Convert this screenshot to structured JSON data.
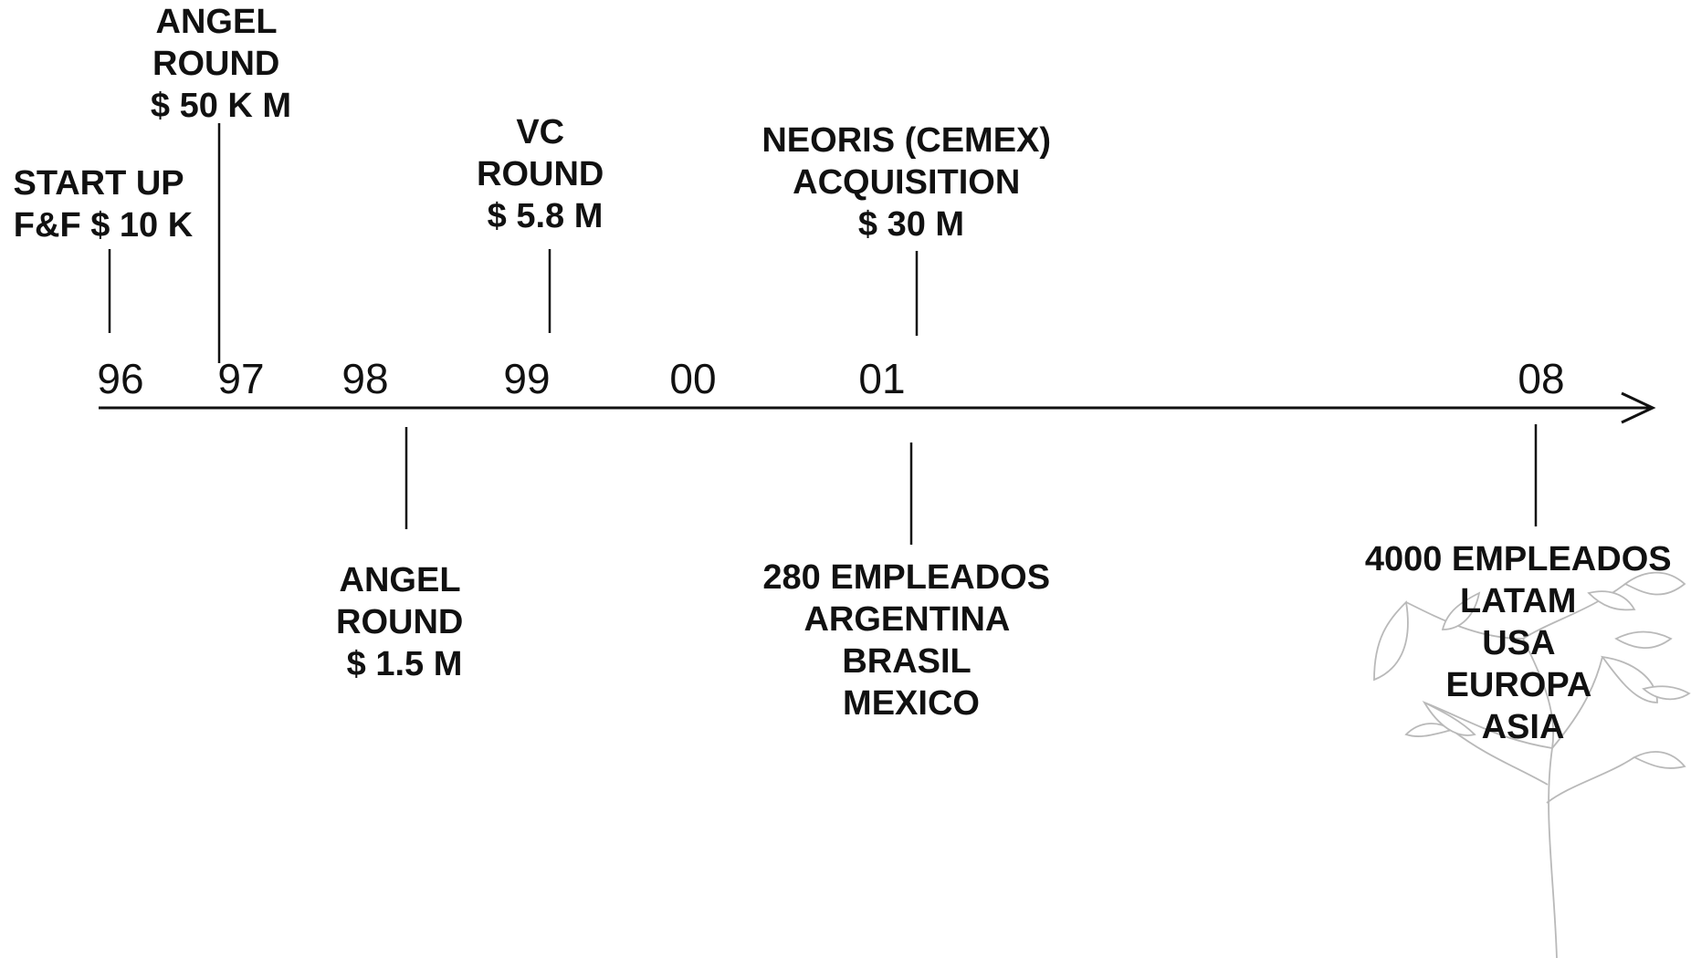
{
  "axis": {
    "years": [
      "96",
      "97",
      "98",
      "99",
      "00",
      "01",
      "08"
    ]
  },
  "events_above": [
    {
      "id": "startup",
      "lines": [
        "START UP",
        "F&F $ 10 K"
      ]
    },
    {
      "id": "angel1",
      "lines": [
        "ANGEL",
        "ROUND",
        "$ 50 K M"
      ]
    },
    {
      "id": "vc",
      "lines": [
        "VC",
        "ROUND",
        "$ 5.8 M"
      ]
    },
    {
      "id": "neoris",
      "lines": [
        "NEORIS (CEMEX)",
        "ACQUISITION",
        "$ 30 M"
      ]
    }
  ],
  "events_below": [
    {
      "id": "angel2",
      "lines": [
        "ANGEL",
        "ROUND",
        "$ 1.5 M"
      ]
    },
    {
      "id": "emp280",
      "lines": [
        "280 EMPLEADOS",
        "ARGENTINA",
        "BRASIL",
        "MEXICO"
      ]
    },
    {
      "id": "emp4000",
      "lines": [
        "4000 EMPLEADOS",
        "LATAM",
        "USA",
        "EUROPA",
        "ASIA"
      ]
    }
  ],
  "colors": {
    "ink": "#111111",
    "tree": "#b9b9b9"
  },
  "decoration": "tree-icon"
}
